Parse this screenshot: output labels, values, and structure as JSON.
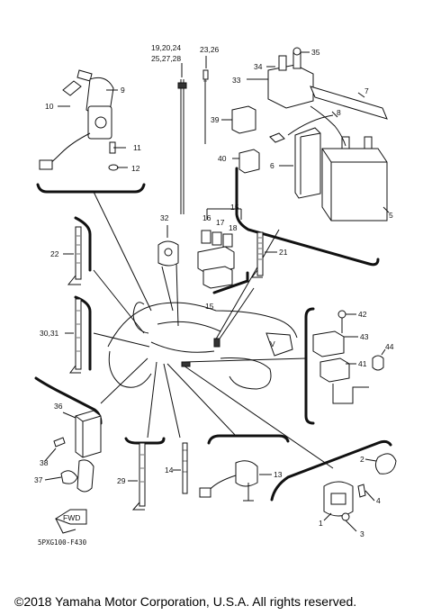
{
  "callouts": {
    "c1": "1",
    "c2": "2",
    "c3": "3",
    "c4": "4",
    "c5": "5",
    "c6": "6",
    "c7": "7",
    "c8": "8",
    "c9": "9",
    "c10": "10",
    "c11": "11",
    "c12": "12",
    "c13": "13",
    "c14": "14",
    "c15a": "15",
    "c15b": "15",
    "c16": "16",
    "c17": "17",
    "c18": "18",
    "c19": "19,20,24",
    "c19b": "25,27,28",
    "c21": "21",
    "c22": "22",
    "c23": "23,26",
    "c29": "29",
    "c30": "30,31",
    "c32": "32",
    "c33": "33",
    "c34": "34",
    "c35": "35",
    "c36": "36",
    "c37": "37",
    "c38": "38",
    "c39": "39",
    "c40": "40",
    "c41": "41",
    "c42": "42",
    "c43": "43",
    "c44": "44"
  },
  "front_marker": "FWD",
  "diagram_code": "5PXG100-F430",
  "footer": "©2018 Yamaha Motor Corporation, U.S.A. All rights reserved."
}
